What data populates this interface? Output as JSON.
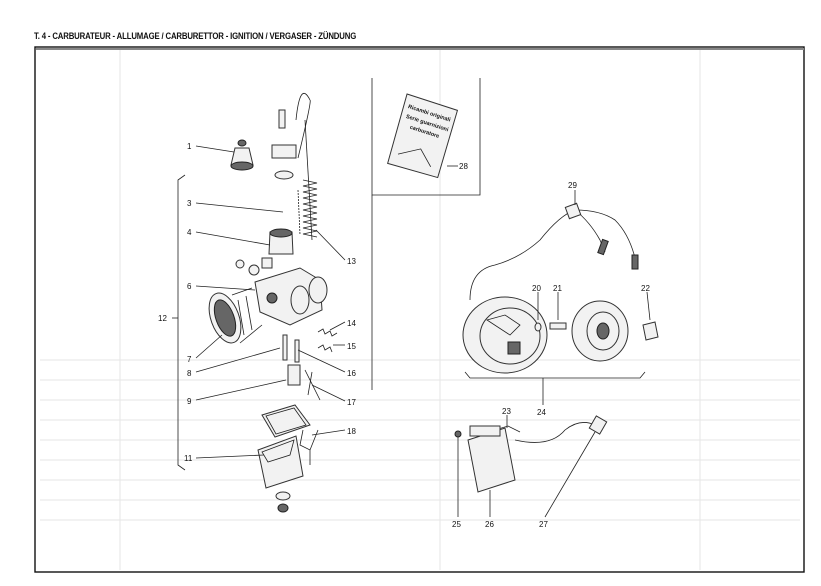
{
  "title": "T. 4 - CARBURATEUR - ALLUMAGE / CARBURETTOR - IGNITION / VERGASER - ZÜNDUNG",
  "kit_bag_text": [
    "Ricambi originali",
    "Serie guarnizioni",
    "carburatore"
  ],
  "callouts": {
    "c1": "1",
    "c3": "3",
    "c4": "4",
    "c6": "6",
    "c7": "7",
    "c8": "8",
    "c9": "9",
    "c11": "11",
    "c12": "12",
    "c13": "13",
    "c14": "14",
    "c15": "15",
    "c16": "16",
    "c17": "17",
    "c18": "18",
    "c20": "20",
    "c21": "21",
    "c22": "22",
    "c23": "23",
    "c24": "24",
    "c25": "25",
    "c26": "26",
    "c27": "27",
    "c28": "28",
    "c29": "29"
  }
}
